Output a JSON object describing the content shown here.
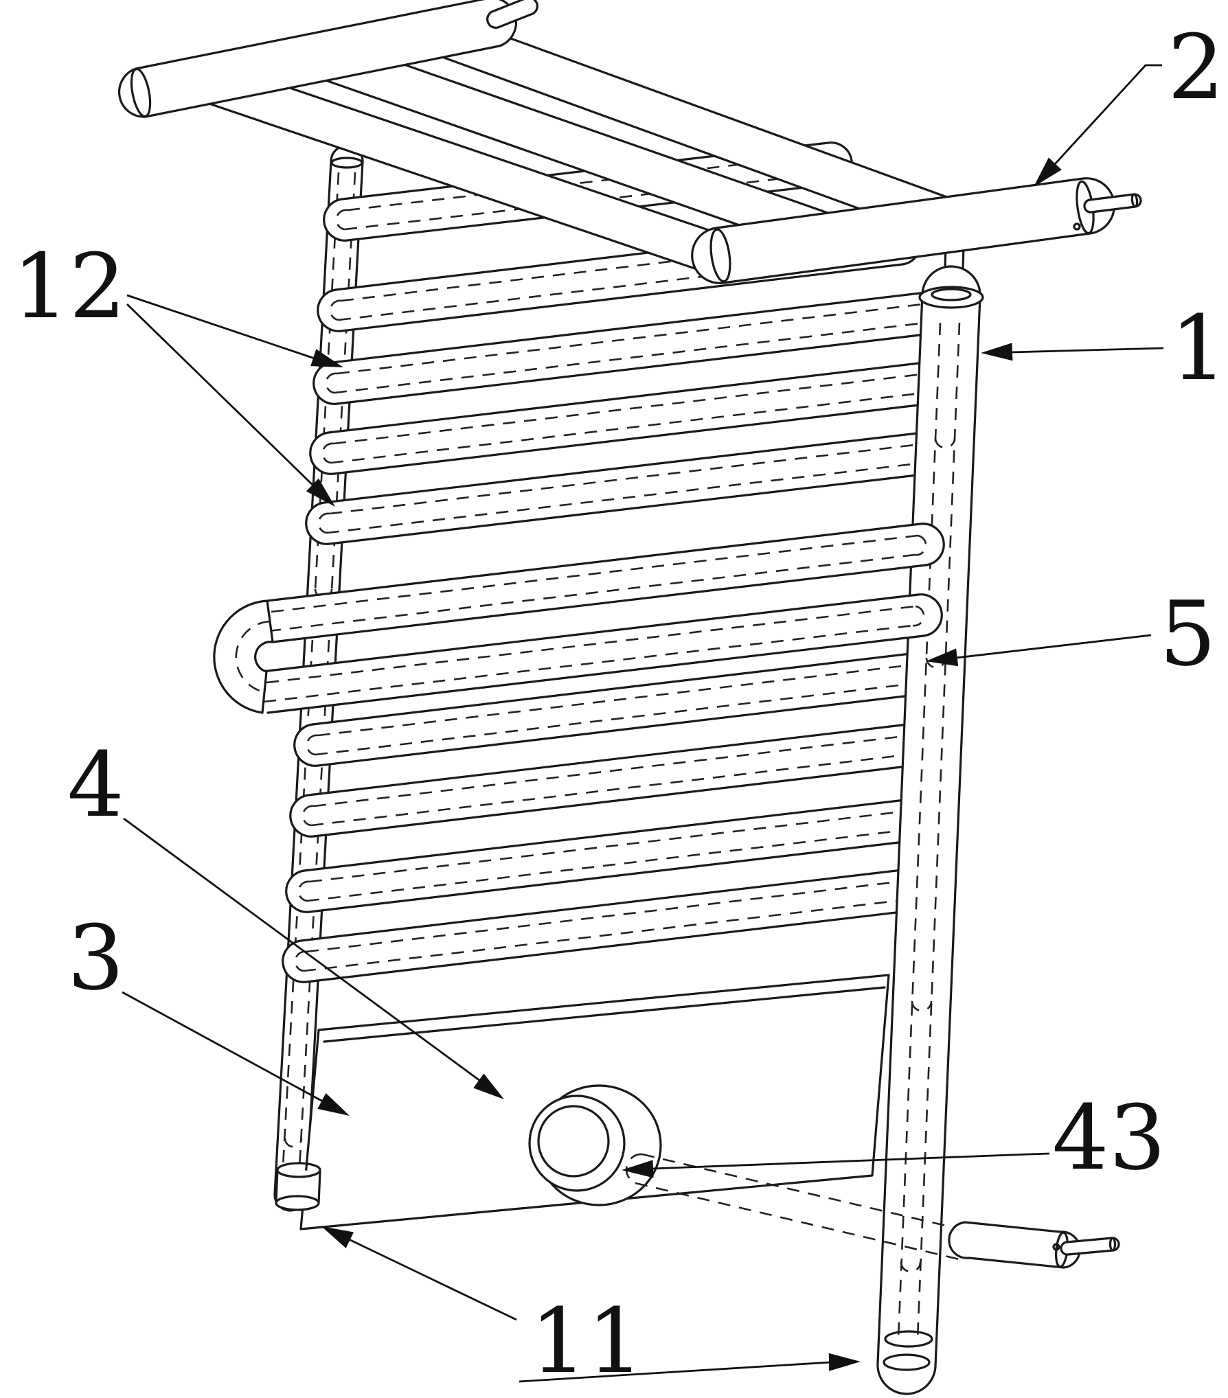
{
  "figure": {
    "kind": "patent-line-drawing",
    "subject": "heated towel rail ladder radiator",
    "background_color": "#ffffff",
    "line_color": "#1a1a1a"
  },
  "callouts": {
    "c2": {
      "text": "2"
    },
    "c1": {
      "text": "1"
    },
    "c12": {
      "text": "12"
    },
    "c5": {
      "text": "5"
    },
    "c4": {
      "text": "4"
    },
    "c3": {
      "text": "3"
    },
    "c43": {
      "text": "43"
    },
    "c11": {
      "text": "11"
    }
  }
}
